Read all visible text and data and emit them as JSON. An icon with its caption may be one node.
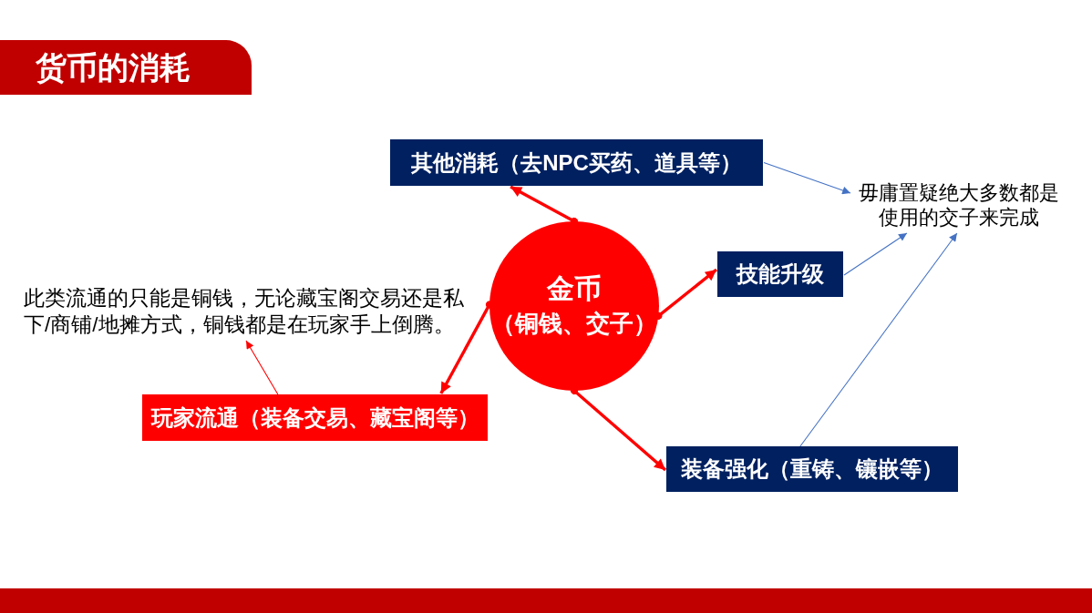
{
  "diagram": {
    "title": "货币的消耗",
    "nodes": [
      {
        "text": [
          "其他消耗（去NPC买药、道具等）"
        ]
      },
      {
        "text": [
          "毋庸置疑绝大多数都是使用的交子来完成"
        ]
      },
      {
        "text": [
          "金币",
          "（铜钱、交子）"
        ]
      },
      {
        "text": [
          "技能升级"
        ]
      },
      {
        "text": [
          "此类流通的只能是铜钱，无论藏宝阁交易还是私下/商铺/地摊方式，铜钱都是在玩家手上倒腾。"
        ]
      },
      {
        "text": [
          "玩家流通（装备交易、藏宝阁等）"
        ]
      },
      {
        "text": [
          "装备强化（重铸、镶嵌等）"
        ]
      }
    ],
    "edges": [
      {
        "from": 2,
        "to": 0,
        "arrow": "to",
        "style": "thick"
      },
      {
        "from": 0,
        "to": 1,
        "arrow": "to",
        "color": "#4472c4"
      },
      {
        "from": 2,
        "to": 3,
        "arrow": "to",
        "style": "thick"
      },
      {
        "from": 3,
        "to": 1,
        "arrow": "to",
        "color": "#4472c4"
      },
      {
        "from": 5,
        "to": 4,
        "arrow": "to"
      },
      {
        "from": 2,
        "to": 5,
        "arrow": "to",
        "style": "thick"
      },
      {
        "from": 2,
        "to": 6,
        "arrow": "to",
        "style": "thick"
      },
      {
        "from": 6,
        "to": 1,
        "arrow": "to",
        "color": "#4472c4"
      }
    ]
  }
}
